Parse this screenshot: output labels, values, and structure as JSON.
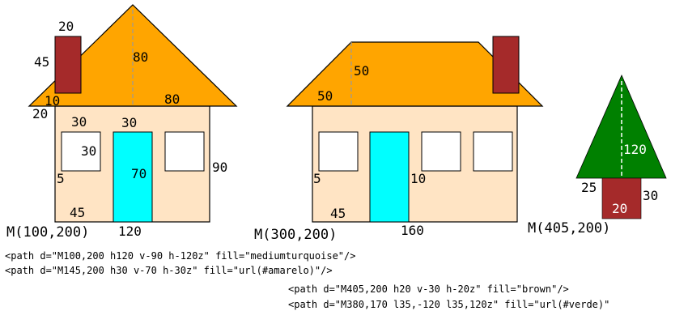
{
  "colors": {
    "roof": "#ffa500",
    "wall": "#ffe4c4",
    "door": "#00ffff",
    "chimney": "#a52a2a",
    "window": "#ffffff",
    "tree": "#008000",
    "trunk": "#a52a2a",
    "guide": "#999999"
  },
  "house1": {
    "chimney_w": "20",
    "chimney_h": "45",
    "roof_h": "80",
    "roof_edge": "10",
    "roof_half": "80",
    "overhang": "20",
    "window_top": "30",
    "door_top": "30",
    "window_w": "30",
    "door_h": "70",
    "wall_h": "90",
    "window_left": "5",
    "door_left": "45",
    "wall_w": "120",
    "origin": "M(100,200)"
  },
  "house2": {
    "roof_h": "50",
    "roof_edge": "50",
    "window_left": "5",
    "door_gap": "10",
    "door_left": "45",
    "wall_w": "160",
    "origin": "M(300,200)"
  },
  "tree": {
    "height": "120",
    "half_base": "25",
    "trunk_h": "30",
    "trunk_w": "20",
    "origin": "M(405,200)"
  },
  "code": {
    "line1": "<path d=\"M100,200 h120 v-90 h-120z\" fill=\"mediumturquoise\"/>",
    "line2": "<path d=\"M145,200 h30 v-70 h-30z\" fill=\"url(#amarelo)\"/>",
    "line3": "<path d=\"M405,200 h20 v-30 h-20z\" fill=\"brown\"/>",
    "line4": "<path d=\"M380,170 l35,-120 l35,120z\" fill=\"url(#verde)\""
  }
}
